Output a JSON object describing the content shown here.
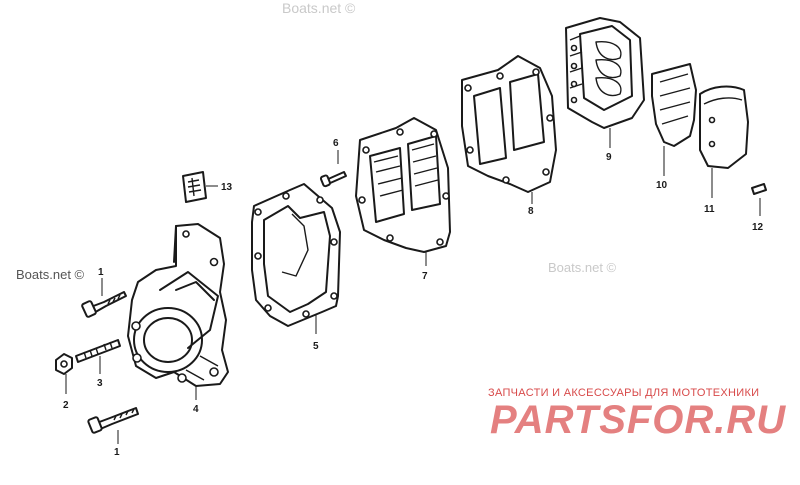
{
  "watermarks": {
    "top": "Boats.net ©",
    "left": "Boats.net ©",
    "mid": "Boats.net ©"
  },
  "banner": {
    "tagline": "ЗАПЧАСТИ И АКСЕССУАРЫ ДЛЯ МОТОТЕХНИКИ",
    "logo": "PARTSFOR.RU"
  },
  "callouts": {
    "p1a": "1",
    "p1b": "1",
    "p2": "2",
    "p3": "3",
    "p4": "4",
    "p5": "5",
    "p6": "6",
    "p7": "7",
    "p8": "8",
    "p9": "9",
    "p10": "10",
    "p11": "11",
    "p12": "12",
    "p13": "13"
  }
}
